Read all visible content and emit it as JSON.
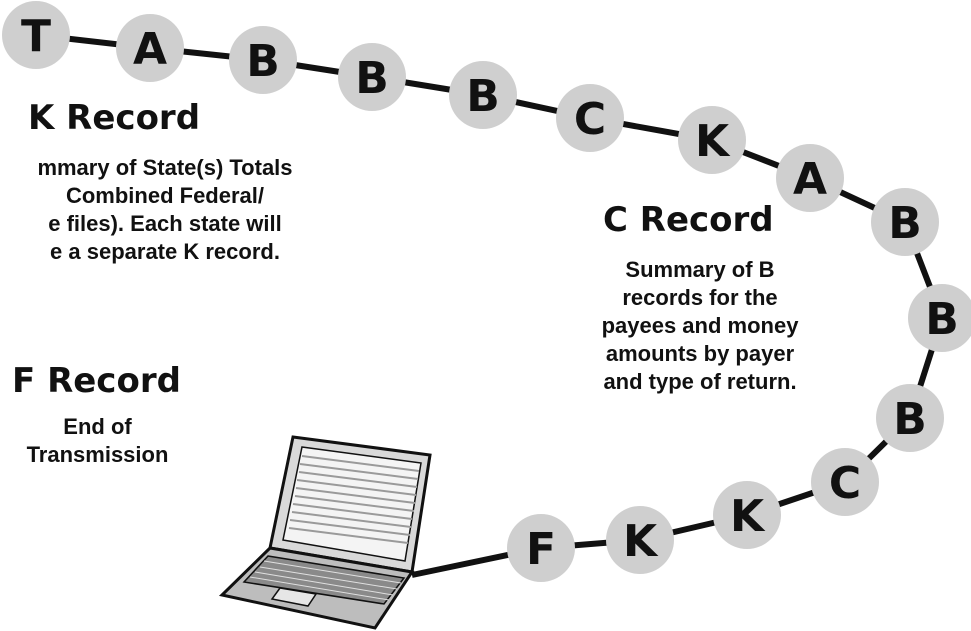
{
  "nodes": [
    "T",
    "A",
    "B",
    "B",
    "B",
    "C",
    "K",
    "A",
    "B",
    "B",
    "B",
    "C",
    "K",
    "K",
    "F"
  ],
  "k_record": {
    "heading": "K Record",
    "lines": [
      "mmary of State(s) Totals",
      "Combined Federal/",
      "e files). Each state will",
      "e a separate K record."
    ]
  },
  "c_record": {
    "heading": "C Record",
    "lines": [
      "Summary of B",
      "records for the",
      "payees and money",
      "amounts by payer",
      "and type of return."
    ]
  },
  "f_record": {
    "heading": "F Record",
    "lines": [
      "End of",
      "Transmission"
    ]
  },
  "colors": {
    "node_fill": "#cfcfcf",
    "line": "#111111",
    "text": "#111111",
    "laptop_body": "#bdbdbd"
  },
  "icons": [
    "laptop-icon"
  ]
}
